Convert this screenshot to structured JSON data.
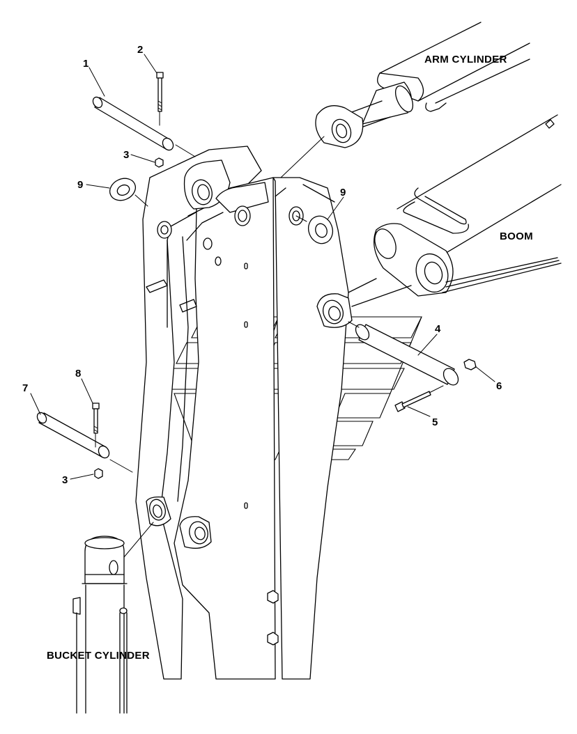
{
  "labels": {
    "arm_cylinder": "ARM CYLINDER",
    "boom": "BOOM",
    "bucket_cylinder": "BUCKET CYLINDER"
  },
  "callouts": {
    "c1": "1",
    "c2": "2",
    "c3a": "3",
    "c3b": "3",
    "c4": "4",
    "c5": "5",
    "c6": "6",
    "c7": "7",
    "c8": "8",
    "c9a": "9",
    "c9b": "9"
  }
}
